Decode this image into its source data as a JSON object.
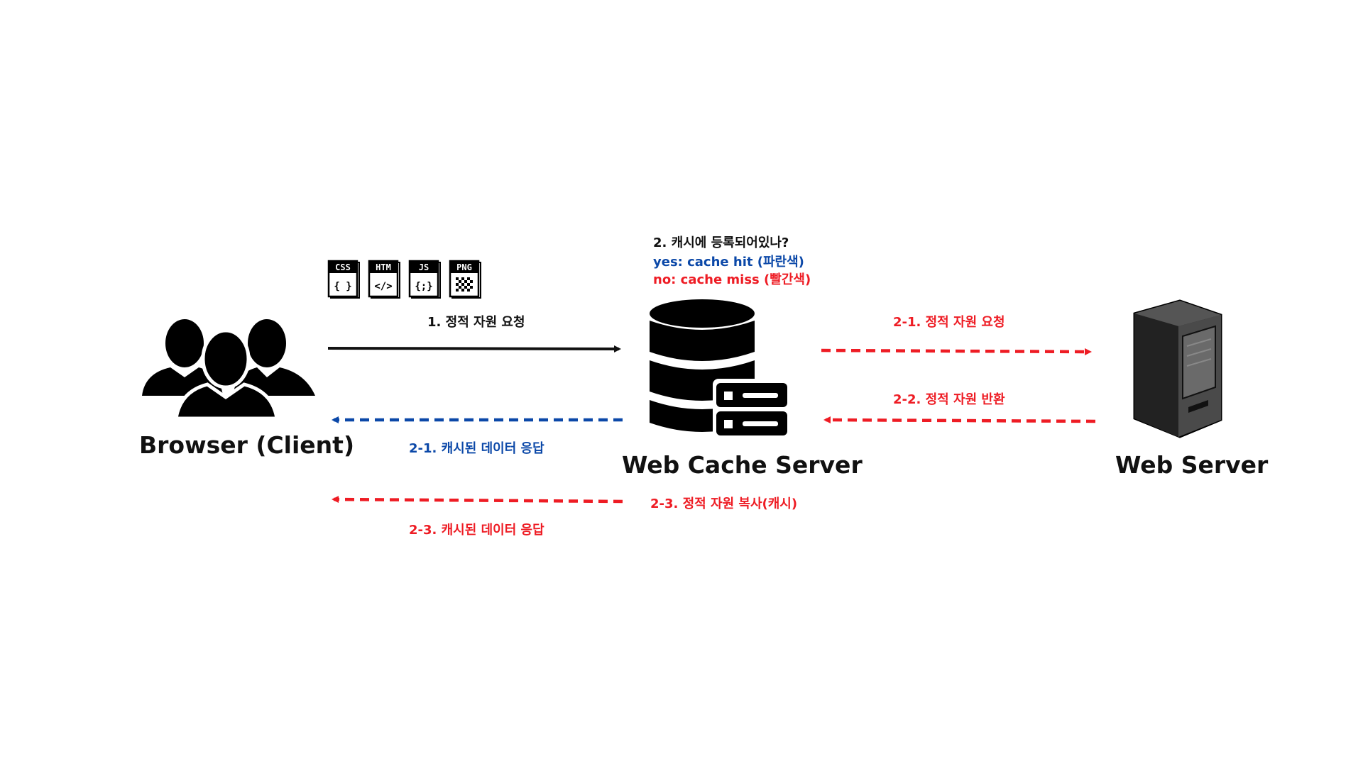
{
  "nodes": {
    "client": "Browser (Client)",
    "cache": "Web Cache Server",
    "server": "Web Server"
  },
  "file_icons": [
    "CSS",
    "HTM",
    "JS",
    "PNG"
  ],
  "file_icon_glyphs": [
    "{ }",
    "</>",
    "{;}",
    ""
  ],
  "question": {
    "title": "2. 캐시에 등록되어있나?",
    "yes": "yes: cache hit (파란색)",
    "no": "no: cache miss (빨간색)"
  },
  "edges": {
    "request": "1. 정적 자원 요청",
    "hit_response": "2-1. 캐시된 데이터 응답",
    "miss_response": "2-3. 캐시된 데이터 응답",
    "origin_request": "2-1. 정적 자원 요청",
    "origin_return": "2-2. 정적 자원 반환",
    "copy_cache": "2-3. 정적 자원 복사(캐시)"
  },
  "colors": {
    "black": "#111111",
    "hit": "#0b48a8",
    "miss": "#ee1c24",
    "server_body": "#3f3f3f"
  }
}
